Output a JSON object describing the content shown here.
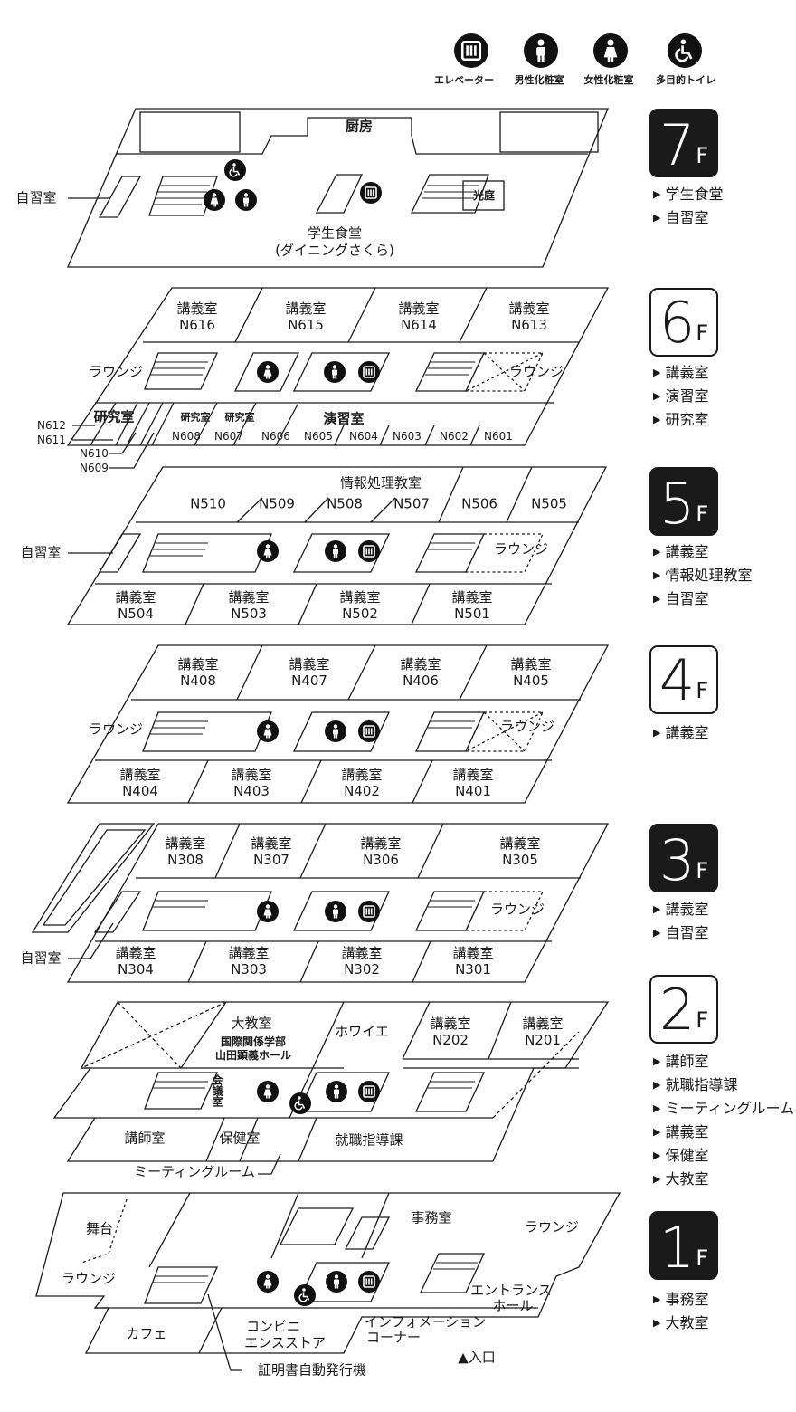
{
  "legend": [
    {
      "icon": "elevator-icon",
      "label": "エレベーター"
    },
    {
      "icon": "male-restroom-icon",
      "label": "男性化粧室"
    },
    {
      "icon": "female-restroom-icon",
      "label": "女性化粧室"
    },
    {
      "icon": "wheelchair-icon",
      "label": "多目的トイレ"
    }
  ],
  "f7": {
    "badge": {
      "num": "7",
      "f": "F"
    },
    "list": [
      "学生食堂",
      "自習室"
    ],
    "kitchen": "厨房",
    "study": "自習室",
    "courtyard": "光庭",
    "cafeteria": "学生食堂",
    "cafeteria_name": "(ダイニングさくら)"
  },
  "f6": {
    "badge": {
      "num": "6",
      "f": "F"
    },
    "list": [
      "講義室",
      "演習室",
      "研究室"
    ],
    "room_label": "講義室",
    "top": [
      "N616",
      "N615",
      "N614",
      "N613"
    ],
    "lounge": "ラウンジ",
    "lab": "研究室",
    "seminar": "演習室",
    "bottom": [
      "N608",
      "N607",
      "N606",
      "N605",
      "N604",
      "N603",
      "N602",
      "N601"
    ],
    "side": [
      "N612",
      "N611",
      "N610",
      "N609"
    ]
  },
  "f5": {
    "badge": {
      "num": "5",
      "f": "F"
    },
    "list": [
      "講義室",
      "情報処理教室",
      "自習室"
    ],
    "it_room": "情報処理教室",
    "top": [
      "N510",
      "N509",
      "N508",
      "N507",
      "N506",
      "N505"
    ],
    "study": "自習室",
    "lounge": "ラウンジ",
    "room_label": "講義室",
    "bottom": [
      "N504",
      "N503",
      "N502",
      "N501"
    ]
  },
  "f4": {
    "badge": {
      "num": "4",
      "f": "F"
    },
    "list": [
      "講義室"
    ],
    "room_label": "講義室",
    "top": [
      "N408",
      "N407",
      "N406",
      "N405"
    ],
    "lounge": "ラウンジ",
    "bottom": [
      "N404",
      "N403",
      "N402",
      "N401"
    ]
  },
  "f3": {
    "badge": {
      "num": "3",
      "f": "F"
    },
    "list": [
      "講義室",
      "自習室"
    ],
    "room_label": "講義室",
    "top": [
      "N308",
      "N307",
      "N306",
      "N305"
    ],
    "lounge": "ラウンジ",
    "study": "自習室",
    "bottom": [
      "N304",
      "N303",
      "N302",
      "N301"
    ]
  },
  "f2": {
    "badge": {
      "num": "2",
      "f": "F"
    },
    "list": [
      "講師室",
      "就職指導課",
      "ミーティングルーム",
      "講義室",
      "保健室",
      "大教室"
    ],
    "hall": "大教室",
    "hall_sub1": "国際関係学部",
    "hall_sub2": "山田顕義ホール",
    "foyer": "ホワイエ",
    "room_label": "講義室",
    "top": [
      "N202",
      "N201"
    ],
    "meeting": "会議室",
    "lecturer": "講師室",
    "health": "保健室",
    "career": "就職指導課",
    "meeting_room": "ミーティングルーム"
  },
  "f1": {
    "badge": {
      "num": "1",
      "f": "F"
    },
    "list": [
      "事務室",
      "大教室"
    ],
    "stage": "舞台",
    "office": "事務室",
    "lounge": "ラウンジ",
    "entrance1": "エントランス",
    "entrance2": "ホール",
    "cafe": "カフェ",
    "conv1": "コンビニ",
    "conv2": "エンスストア",
    "info1": "インフォメーション",
    "info2": "コーナー",
    "entry": "▲入口",
    "cert": "証明書自動発行機"
  }
}
